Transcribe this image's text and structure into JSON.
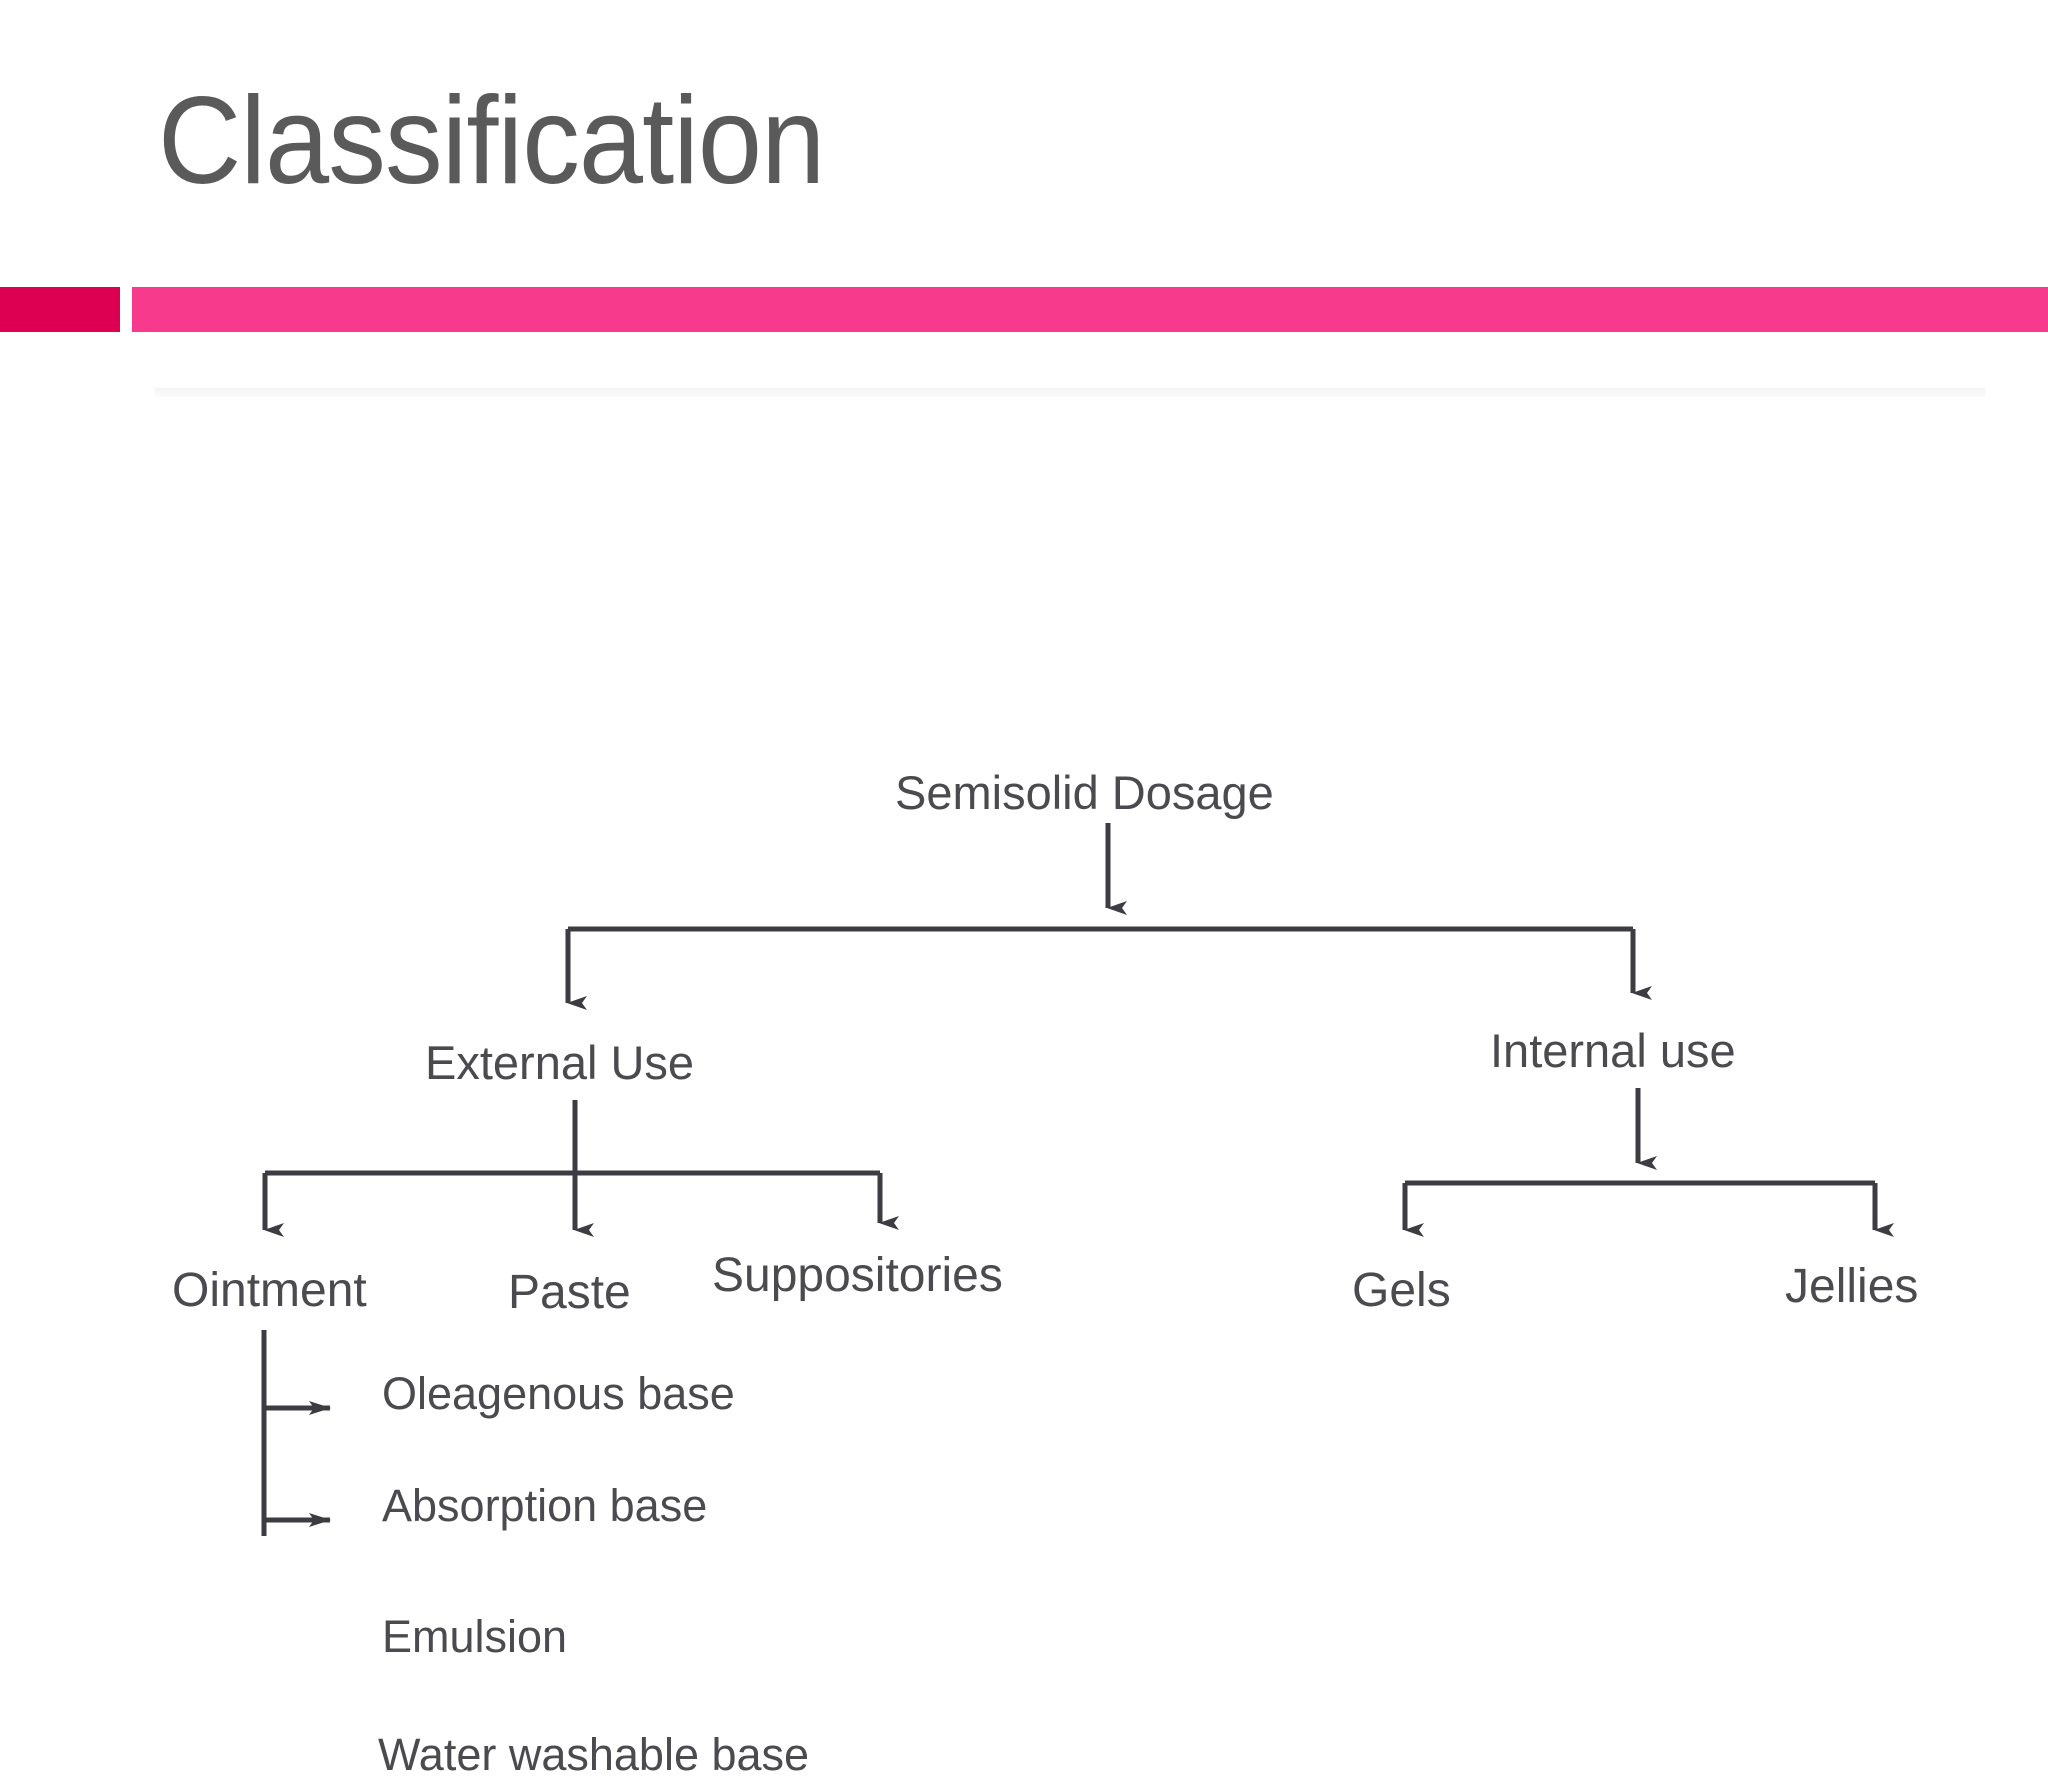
{
  "slide": {
    "title": "Classification",
    "background": "#ffffff",
    "title_color": "#5a5a5a",
    "accent_block_color": "#dd0052",
    "accent_bar_color": "#f83a8c"
  },
  "diagram": {
    "type": "tree",
    "line_color": "#3c3c42",
    "text_color": "#4b4b4f",
    "nodes": {
      "root": "Semisolid Dosage",
      "external": "External Use",
      "internal": "Internal use",
      "ointment": "Ointment",
      "paste": "Paste",
      "suppositories": "Suppositories",
      "gels": "Gels",
      "jellies": "Jellies",
      "oleagenous_base": "Oleagenous base",
      "absorption_base": "Absorption base",
      "emulsion": "Emulsion",
      "water_washable_base": "Water washable base"
    },
    "hierarchy": [
      {
        "label": "Semisolid Dosage",
        "children": [
          {
            "label": "External Use",
            "children": [
              {
                "label": "Ointment",
                "children": [
                  {
                    "label": "Oleagenous base"
                  },
                  {
                    "label": "Absorption base"
                  },
                  {
                    "label": "Emulsion"
                  },
                  {
                    "label": "Water washable base"
                  }
                ]
              },
              {
                "label": "Paste"
              },
              {
                "label": "Suppositories"
              }
            ]
          },
          {
            "label": "Internal use",
            "children": [
              {
                "label": "Gels"
              },
              {
                "label": "Jellies"
              }
            ]
          }
        ]
      }
    ]
  }
}
